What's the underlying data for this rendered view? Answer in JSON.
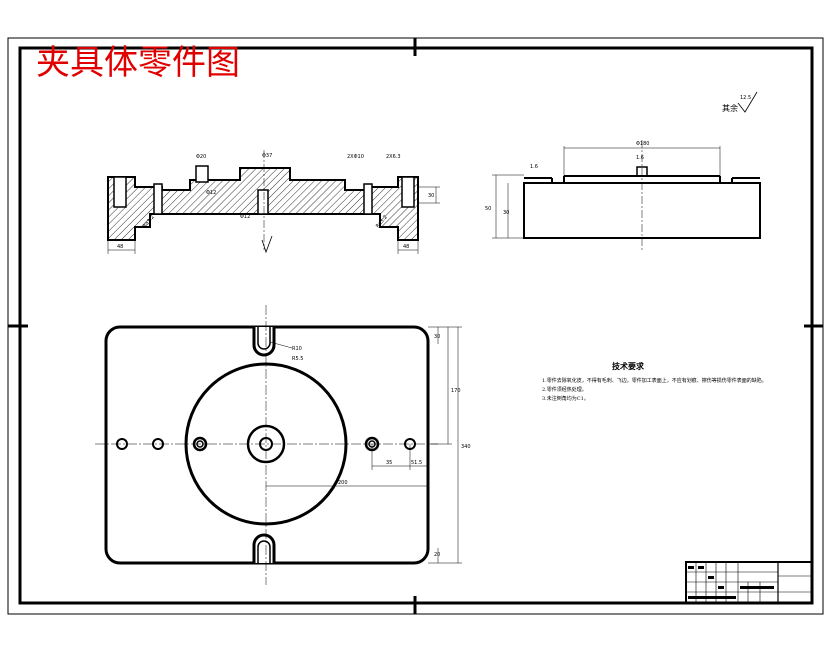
{
  "drawing": {
    "title": "夹具体零件图",
    "surface_finish_rest": "其余",
    "surface_value": "12.5",
    "technical_requirements": {
      "heading": "技术要求",
      "lines": [
        "1.零件去除氧化皮，不得有毛刺、飞边。零件加工表面上，不应有划痕、擦伤等损伤零件表面的缺陷。",
        "2.零件须经热处理。",
        "3.未注倒角均为C1。"
      ]
    },
    "dimensions": {
      "front_left_width": "48",
      "front_right_width": "48",
      "front_hole_dia": "Φ20",
      "front_center_dim": "Φ37",
      "front_height": "30",
      "front_angle_left": "Ra3.2",
      "front_angle_right": "Ra3.2",
      "front_bottom_center": "Φ12",
      "front_top_right": "2XΦ10",
      "front_mid_right": "2X6.3",
      "side_dia": "Φ180",
      "side_height_outer": "50",
      "side_height_inner": "30",
      "side_small": "1.6",
      "side_flat": "1.6",
      "plan_top_right": "30",
      "plan_mid": "170",
      "plan_total": "340",
      "plan_bottom_right": "20",
      "plan_hole_pitch": "35",
      "plan_hole_pitch2": "51.5",
      "plan_circle_dia": "200",
      "plan_slot_a": "R10",
      "plan_slot_b": "R5.5"
    }
  }
}
